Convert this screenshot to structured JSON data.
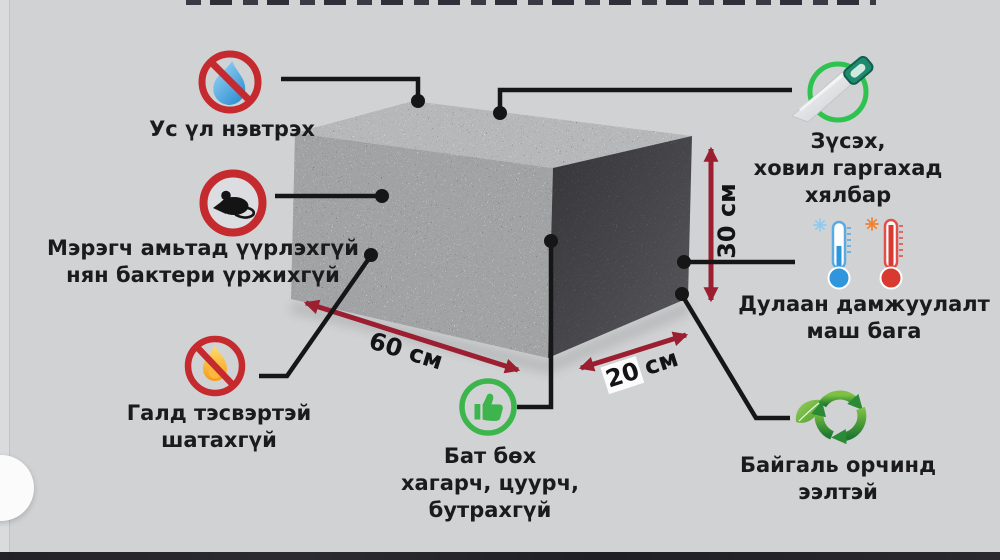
{
  "features": [
    {
      "icon": "no-water-icon",
      "lines": [
        "Ус үл нэвтрэх"
      ]
    },
    {
      "icon": "no-rodents-icon",
      "lines": [
        "Мэрэгч амьтад үүрлэхгүй",
        "нян бактери үржихгүй"
      ]
    },
    {
      "icon": "no-fire-icon",
      "lines": [
        "Галд тэсвэртэй",
        "шатахгүй"
      ]
    },
    {
      "icon": "thumbs-up-icon",
      "lines": [
        "Бат бөх",
        "хагарч, цуурч,",
        "бутрахгүй"
      ]
    },
    {
      "icon": "saw-icon",
      "lines": [
        "Зүсэх,",
        "ховил гаргахад",
        "хялбар"
      ]
    },
    {
      "icon": "thermometers-icon",
      "lines": [
        "Дулаан дамжуулалт",
        "маш бага"
      ]
    },
    {
      "icon": "recycle-icon",
      "lines": [
        "Байгаль орчинд",
        "ээлтэй"
      ]
    }
  ],
  "dimensions": {
    "length": "60 см",
    "height": "30 см",
    "depth_value": "20",
    "depth_unit": "см"
  },
  "colors": {
    "background": "#d1d2d4",
    "prohibition_red": "#c52a2e",
    "dimension_arrow_red": "#9b1f31",
    "connector_black": "#161616",
    "success_green": "#3cb54c",
    "eco_green": "#4a9e2f",
    "cold_blue": "#2f96dd",
    "hot_red": "#d93a30",
    "block_dark_face": "#434346"
  }
}
